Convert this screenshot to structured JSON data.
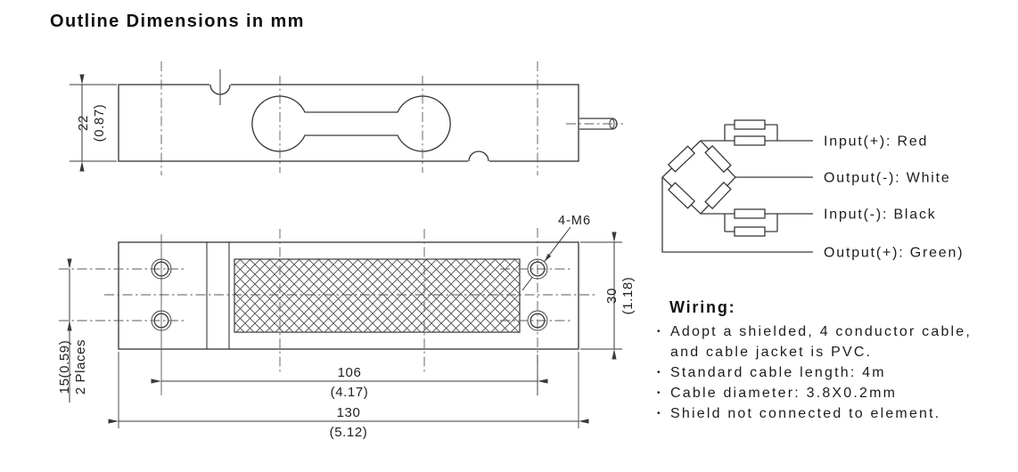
{
  "title": "Outline Dimensions in mm",
  "drawing": {
    "side_view": {
      "height_mm": "22",
      "height_in": "(0.87)"
    },
    "top_view": {
      "thread_callout": "4-M6",
      "width_mm": "30",
      "width_in": "(1.18)",
      "hole_offset_mm": "15(0.59)",
      "hole_offset_note": "2 Places",
      "inner_length_mm": "106",
      "inner_length_in": "(4.17)",
      "overall_length_mm": "130",
      "overall_length_in": "(5.12)"
    }
  },
  "wiring_diagram": {
    "labels": [
      "Input(+): Red",
      "Output(-): White",
      "Input(-): Black",
      "Output(+): Green)"
    ]
  },
  "wiring_notes": {
    "heading": "Wiring:",
    "lines": [
      {
        "bullet": "•",
        "text": "Adopt a shielded, 4 conductor cable,"
      },
      {
        "bullet": "",
        "text": "and cable jacket is PVC."
      },
      {
        "bullet": "•",
        "text": "Standard cable length: 4m"
      },
      {
        "bullet": "•",
        "text": "Cable diameter: 3.8X0.2mm"
      },
      {
        "bullet": "•",
        "text": "Shield not connected to element."
      }
    ]
  }
}
